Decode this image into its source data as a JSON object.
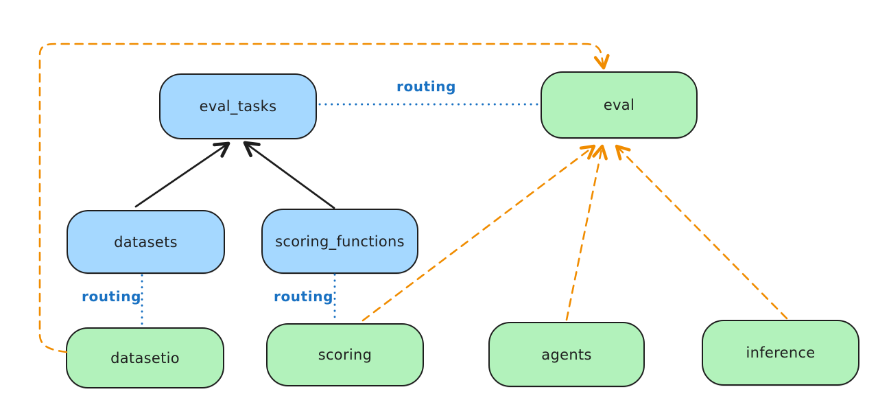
{
  "colors": {
    "background": "#ffffff",
    "blue_fill": "#a5d8ff",
    "green_fill": "#b2f2bb",
    "ink": "#1e1e1e",
    "orange": "#f08c00",
    "routing_blue": "#1971c2"
  },
  "diagram": {
    "nodes": [
      {
        "id": "eval_tasks",
        "label": "eval_tasks",
        "fill": "blue"
      },
      {
        "id": "eval",
        "label": "eval",
        "fill": "green"
      },
      {
        "id": "datasets",
        "label": "datasets",
        "fill": "blue"
      },
      {
        "id": "scoring_functions",
        "label": "scoring_functions",
        "fill": "blue"
      },
      {
        "id": "datasetio",
        "label": "datasetio",
        "fill": "green"
      },
      {
        "id": "scoring",
        "label": "scoring",
        "fill": "green"
      },
      {
        "id": "agents",
        "label": "agents",
        "fill": "green"
      },
      {
        "id": "inference",
        "label": "inference",
        "fill": "green"
      }
    ],
    "edges": [
      {
        "from": "datasets",
        "to": "eval_tasks",
        "style": "solid-arrow",
        "color": "black"
      },
      {
        "from": "scoring_functions",
        "to": "eval_tasks",
        "style": "solid-arrow",
        "color": "black"
      },
      {
        "from": "eval_tasks",
        "to": "eval",
        "style": "dotted",
        "color": "blue",
        "label": "routing"
      },
      {
        "from": "datasets",
        "to": "datasetio",
        "style": "dotted",
        "color": "blue",
        "label": "routing"
      },
      {
        "from": "scoring_functions",
        "to": "scoring",
        "style": "dotted",
        "color": "blue",
        "label": "routing"
      },
      {
        "from": "datasetio",
        "to": "eval",
        "style": "dashed-arrow",
        "color": "orange"
      },
      {
        "from": "scoring",
        "to": "eval",
        "style": "dashed-arrow",
        "color": "orange"
      },
      {
        "from": "agents",
        "to": "eval",
        "style": "dashed-arrow",
        "color": "orange"
      },
      {
        "from": "inference",
        "to": "eval",
        "style": "dashed-arrow",
        "color": "orange"
      }
    ]
  }
}
